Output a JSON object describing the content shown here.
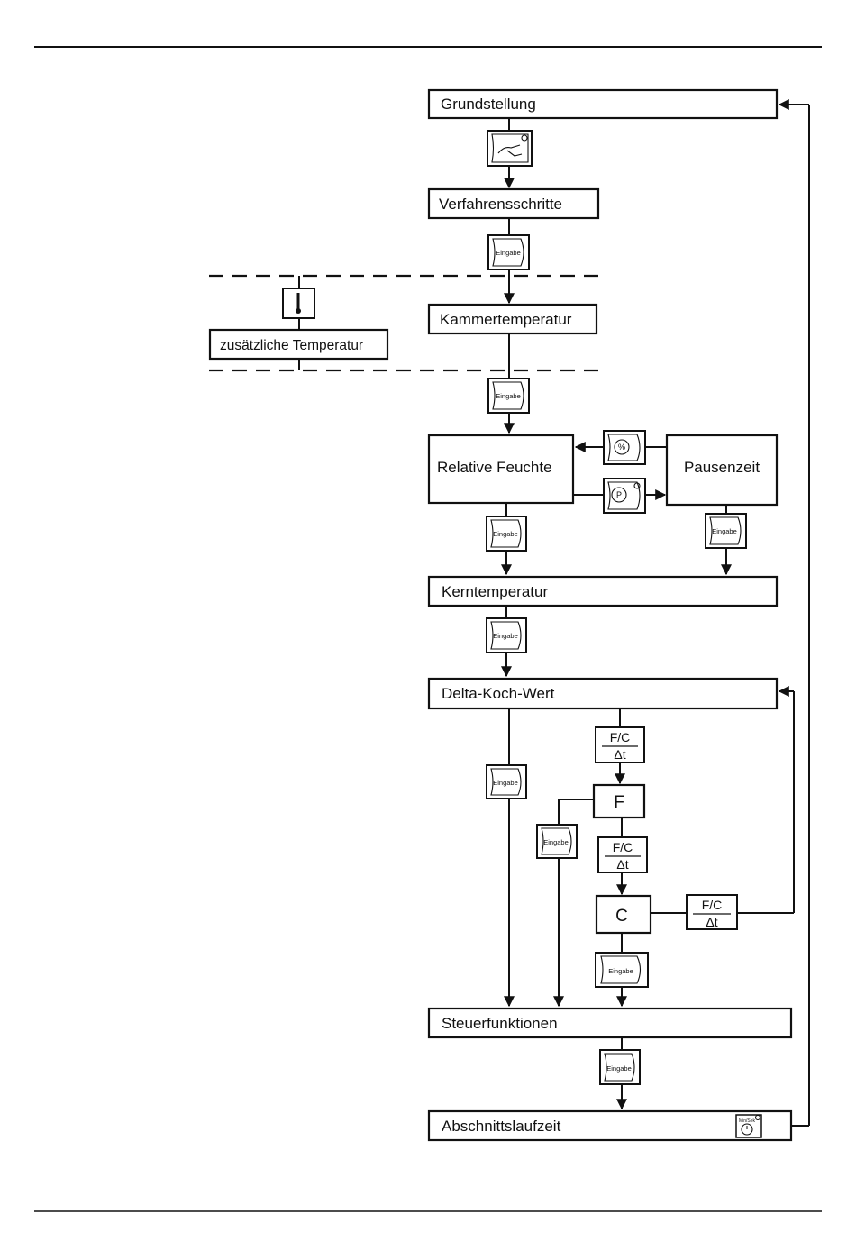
{
  "boxes": {
    "grundstellung": "Grundstellung",
    "verfahrensschritte": "Verfahrensschritte",
    "kammertemperatur": "Kammertemperatur",
    "zusaetzliche_temperatur": "zusätzliche Temperatur",
    "relative_feuchte": "Relative Feuchte",
    "pausenzeit": "Pausenzeit",
    "kerntemperatur": "Kerntemperatur",
    "delta_koch_wert": "Delta-Koch-Wert",
    "f": "F",
    "c": "C",
    "steuerfunktionen": "Steuerfunktionen",
    "abschnittslaufzeit": "Abschnittslaufzeit"
  },
  "keys": {
    "eingabe": "Eingabe",
    "fc_top": "F/C",
    "fc_bottom": "Δt",
    "percent": "%",
    "pause": "P",
    "timer": "Min/Sek"
  }
}
